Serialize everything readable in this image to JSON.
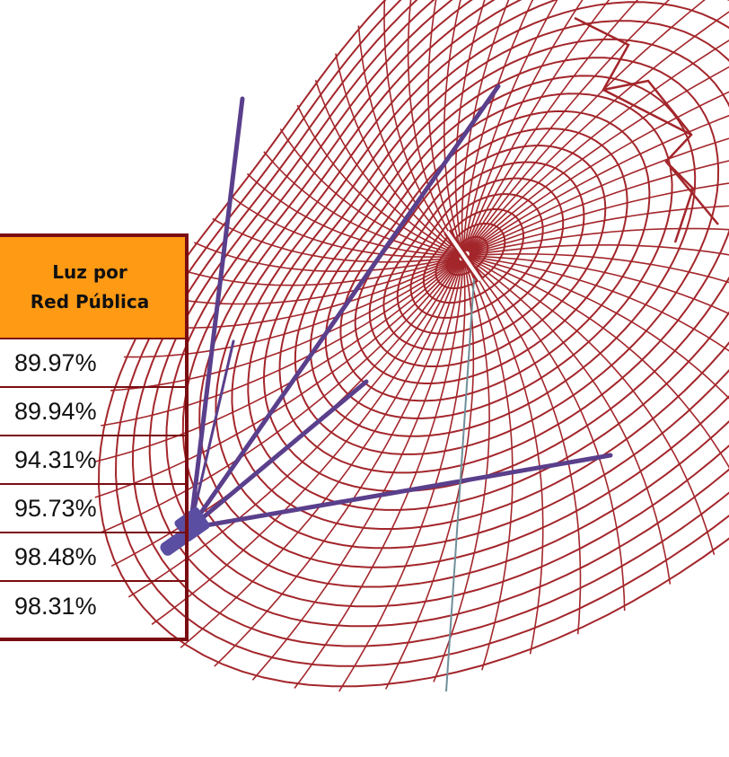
{
  "table": {
    "header_line1": "Luz  por",
    "header_line2": "Red Pública",
    "rows": [
      "89.97%",
      "89.94%",
      "94.31%",
      "95.73%",
      "98.48%",
      "98.31%"
    ]
  },
  "colors": {
    "grid": "#a3262b",
    "radial": "#5a3f8c",
    "header_fill": "#ff9a14",
    "border": "#7a0d12"
  }
}
